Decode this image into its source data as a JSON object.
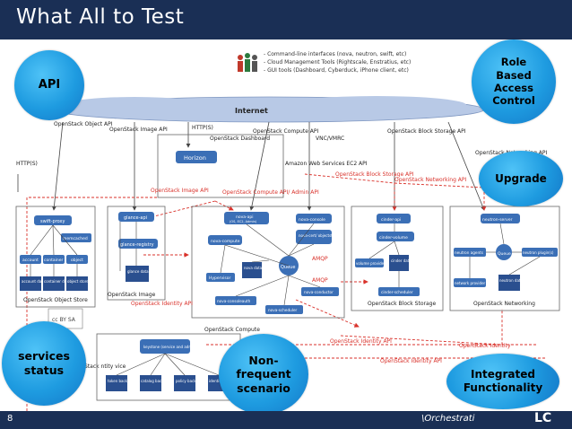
{
  "slide": {
    "title": "What All to Test",
    "page_number": "8",
    "footer_brand": "\\Orchestrati",
    "footer_brand_tail": "LC"
  },
  "diagram": {
    "users_notes": [
      "- Command-line interfaces (nova, neutron, swift, etc)",
      "- Cloud Management Tools (Rightscale, Enstratius, etc)",
      "- GUI tools (Dashboard, Cyberduck, iPhone client, etc)"
    ],
    "internet": "Internet",
    "https": "HTTP(S)",
    "object_api": "OpenStack Object API",
    "image_api": "OpenStack Image API",
    "dashboard": "OpenStack Dashboard",
    "compute_api": "OpenStack Compute API",
    "vnc": "VNC/VMRC",
    "block_storage_api": "OpenStack Block Storage API",
    "networking_api": "OpenStack Networking API",
    "horizon": "Horizon",
    "amazon": "Amazon Web Services EC2 API",
    "image_api_inner": "OpenStack Image API",
    "compute_admin_api": "OpenStack Compute API/ Admin API",
    "block_storage_api_inner": "OpenStack Block Storage API",
    "networking_api_inner": "OpenStack Networking API",
    "object_store": {
      "label": "OpenStack Object Store",
      "proxy": "swift-proxy",
      "memcached": "memcached",
      "account": "account",
      "container": "container",
      "object": "object",
      "account_db": "account database",
      "container_db": "container database",
      "object_store": "object store"
    },
    "image": {
      "label": "OpenStack Image",
      "api": "glance-api",
      "registry": "glance-registry",
      "db": "glance database"
    },
    "compute": {
      "label": "OpenStack Compute",
      "api": "nova-api",
      "api_sub": "(OS, EC2, Admin)",
      "console": "nova-console",
      "cert": "nova-cert/ objectstore",
      "compute": "nova-compute",
      "hypervisor": "Hypervisor",
      "db": "nova database",
      "queue": "Queue",
      "consoleauth": "nova-consoleauth",
      "conductor": "nova-conductor",
      "scheduler": "nova-scheduler",
      "amqp1": "AMQP",
      "amqp2": "AMQP"
    },
    "block": {
      "label": "OpenStack Block Storage",
      "api": "cinder-api",
      "volume": "cinder-volume",
      "provider": "volume provider",
      "db": "cinder database",
      "scheduler": "cinder-scheduler"
    },
    "networking": {
      "label": "OpenStack Networking",
      "server": "neutron-server",
      "agents": "neutron agents",
      "queue": "Queue",
      "plugins": "neutron plugin(s)",
      "provider": "network provider",
      "db": "neutron database"
    },
    "identity": {
      "api": "OpenStack Identity API",
      "api_right": "OpenStack Identity API",
      "api_right2": "OpenStack Identity",
      "api_right3": "OpenStack Identity API",
      "keystone": "keystone (service and admin APIs)",
      "token": "token backend",
      "catalog": "catalog backend",
      "policy": "policy backend",
      "identity": "identity backend",
      "side_label": "Stack ntity vice"
    },
    "license": "cc BY SA"
  },
  "callouts": {
    "api": "API",
    "rbac": "Role\nBased\nAccess\nControl",
    "upgrade": "Upgrade",
    "services_status": "services\nstatus",
    "non_frequent": "Non-\nfrequent\nscenario",
    "integrated": "Integrated\nFunctionality"
  },
  "colors": {
    "header_bg": "#1a2f55",
    "bubble_blue": "#1e9be0",
    "arrow_red": "#d9322b",
    "box_blue": "#3b6fb6",
    "cloud": "#b8c9e6"
  }
}
